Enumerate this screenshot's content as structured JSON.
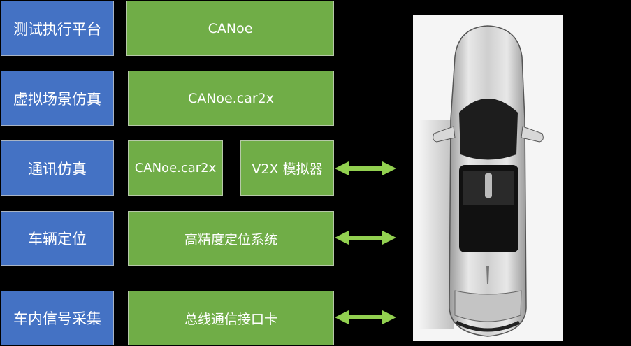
{
  "rows": [
    {
      "category": "测试执行平台",
      "items": [
        "CANoe"
      ]
    },
    {
      "category": "虚拟场景仿真",
      "items": [
        "CANoe.car2x"
      ]
    },
    {
      "category": "通讯仿真",
      "items": [
        "CANoe.car2x",
        "V2X 模拟器"
      ]
    },
    {
      "category": "车辆定位",
      "items": [
        "高精度定位系统"
      ]
    },
    {
      "category": "车内信号采集",
      "items": [
        "总线通信接口卡"
      ]
    }
  ],
  "connectors": [
    {
      "row": 3,
      "type": "bidirectional-arrow"
    },
    {
      "row": 4,
      "type": "bidirectional-arrow"
    },
    {
      "row": 5,
      "type": "bidirectional-arrow"
    }
  ],
  "image": {
    "subject": "car-top-view"
  },
  "colors": {
    "category_fill": "#4472c4",
    "item_fill": "#70ad47",
    "arrow": "#92d050",
    "background": "#000000"
  }
}
